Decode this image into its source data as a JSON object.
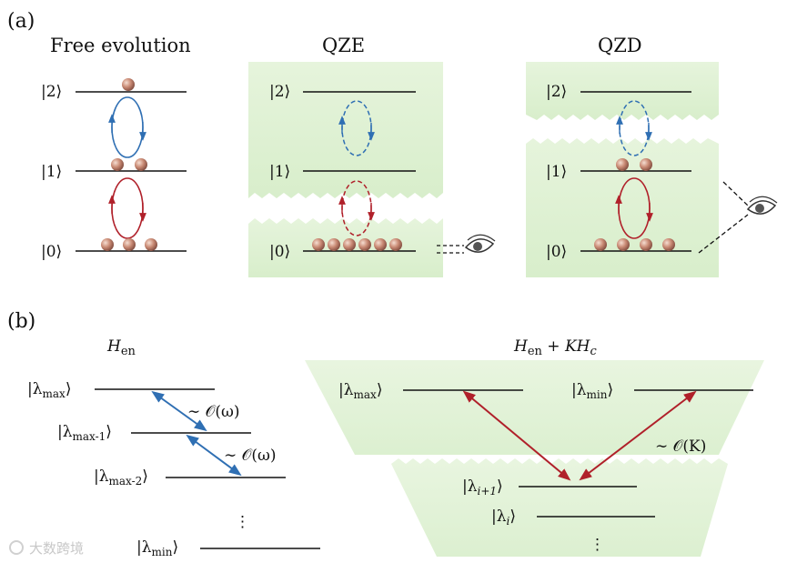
{
  "panel_a": {
    "label": "(a)",
    "free": {
      "title": "Free evolution",
      "ket2": "|2⟩",
      "ket1": "|1⟩",
      "ket0": "|0⟩"
    },
    "qze": {
      "title": "QZE",
      "ket2": "|2⟩",
      "ket1": "|1⟩",
      "ket0": "|0⟩"
    },
    "qzd": {
      "title": "QZD",
      "ket2": "|2⟩",
      "ket1": "|1⟩",
      "ket0": "|0⟩"
    }
  },
  "panel_b": {
    "label": "(b)",
    "left": {
      "title": "H",
      "title_sub": "en",
      "k_max": "max",
      "k_max1": "max-1",
      "k_max2": "max-2",
      "k_min": "min",
      "coupling1": "∼ 𝒪(ω)",
      "coupling2": "∼ 𝒪(ω)"
    },
    "right": {
      "title_h": "H",
      "title_sub": "en",
      "title_rest": " + KH",
      "title_c": "c",
      "k_max": "max",
      "k_min": "min",
      "k_i1": "i+1",
      "k_i": "i",
      "coupling": "∼ 𝒪(K)"
    }
  },
  "watermark": "大数跨境",
  "colors": {
    "blue": "#2f6fb3",
    "red": "#b0202a",
    "green_zone": "#e2f2d8",
    "ball": "#c98a74"
  },
  "icons": [
    "eye-icon",
    "eye-icon"
  ]
}
